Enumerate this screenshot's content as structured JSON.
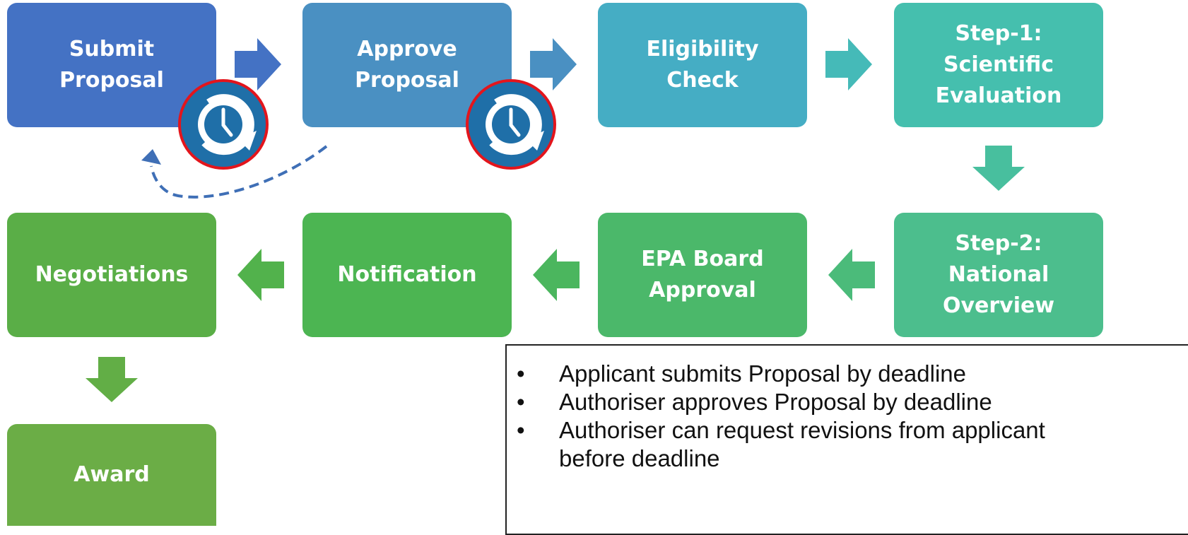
{
  "boxes": {
    "submit": "Submit\nProposal",
    "approve": "Approve\nProposal",
    "eligibility": "Eligibility Check",
    "step1": "Step-1:\nScientific\nEvaluation",
    "step2": "Step-2:\nNational\nOverview",
    "epa": "EPA Board\nApproval",
    "notification": "Notification",
    "negotiations": "Negotiations",
    "award": "Award"
  },
  "notes": [
    "Applicant submits Proposal by deadline",
    "Authoriser approves Proposal by deadline",
    "Authoriser can request revisions from applicant\nbefore deadline"
  ],
  "icons": [
    "clock-refresh-icon",
    "arrow-right-icon",
    "arrow-down-icon",
    "arrow-left-icon",
    "dashed-return-arrow"
  ],
  "colors": {
    "submit": "#4472C4",
    "approve": "#4A90C2",
    "eligibility": "#45ADC4",
    "step1": "#45BFAE",
    "step2": "#4CBE8D",
    "epa": "#4BB86A",
    "notification": "#4CB552",
    "negotiations": "#5AAE47",
    "award": "#6BAD46",
    "clock_ring": "#E3151C",
    "clock_fill": "#1F6FA8"
  }
}
